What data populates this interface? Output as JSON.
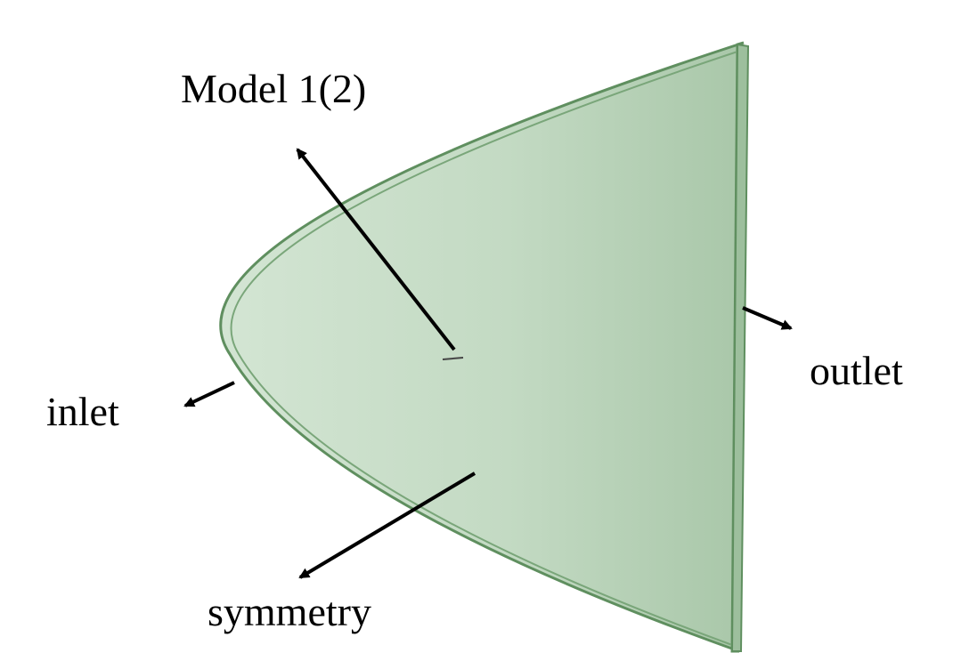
{
  "labels": {
    "model": "Model 1(2)",
    "inlet": "inlet",
    "outlet": "outlet",
    "symmetry": "symmetry"
  },
  "colors": {
    "fill": "#c6dcc6",
    "fill_dark": "#a8c6a8",
    "edge": "#5f8f5f",
    "arrow": "#000000"
  }
}
